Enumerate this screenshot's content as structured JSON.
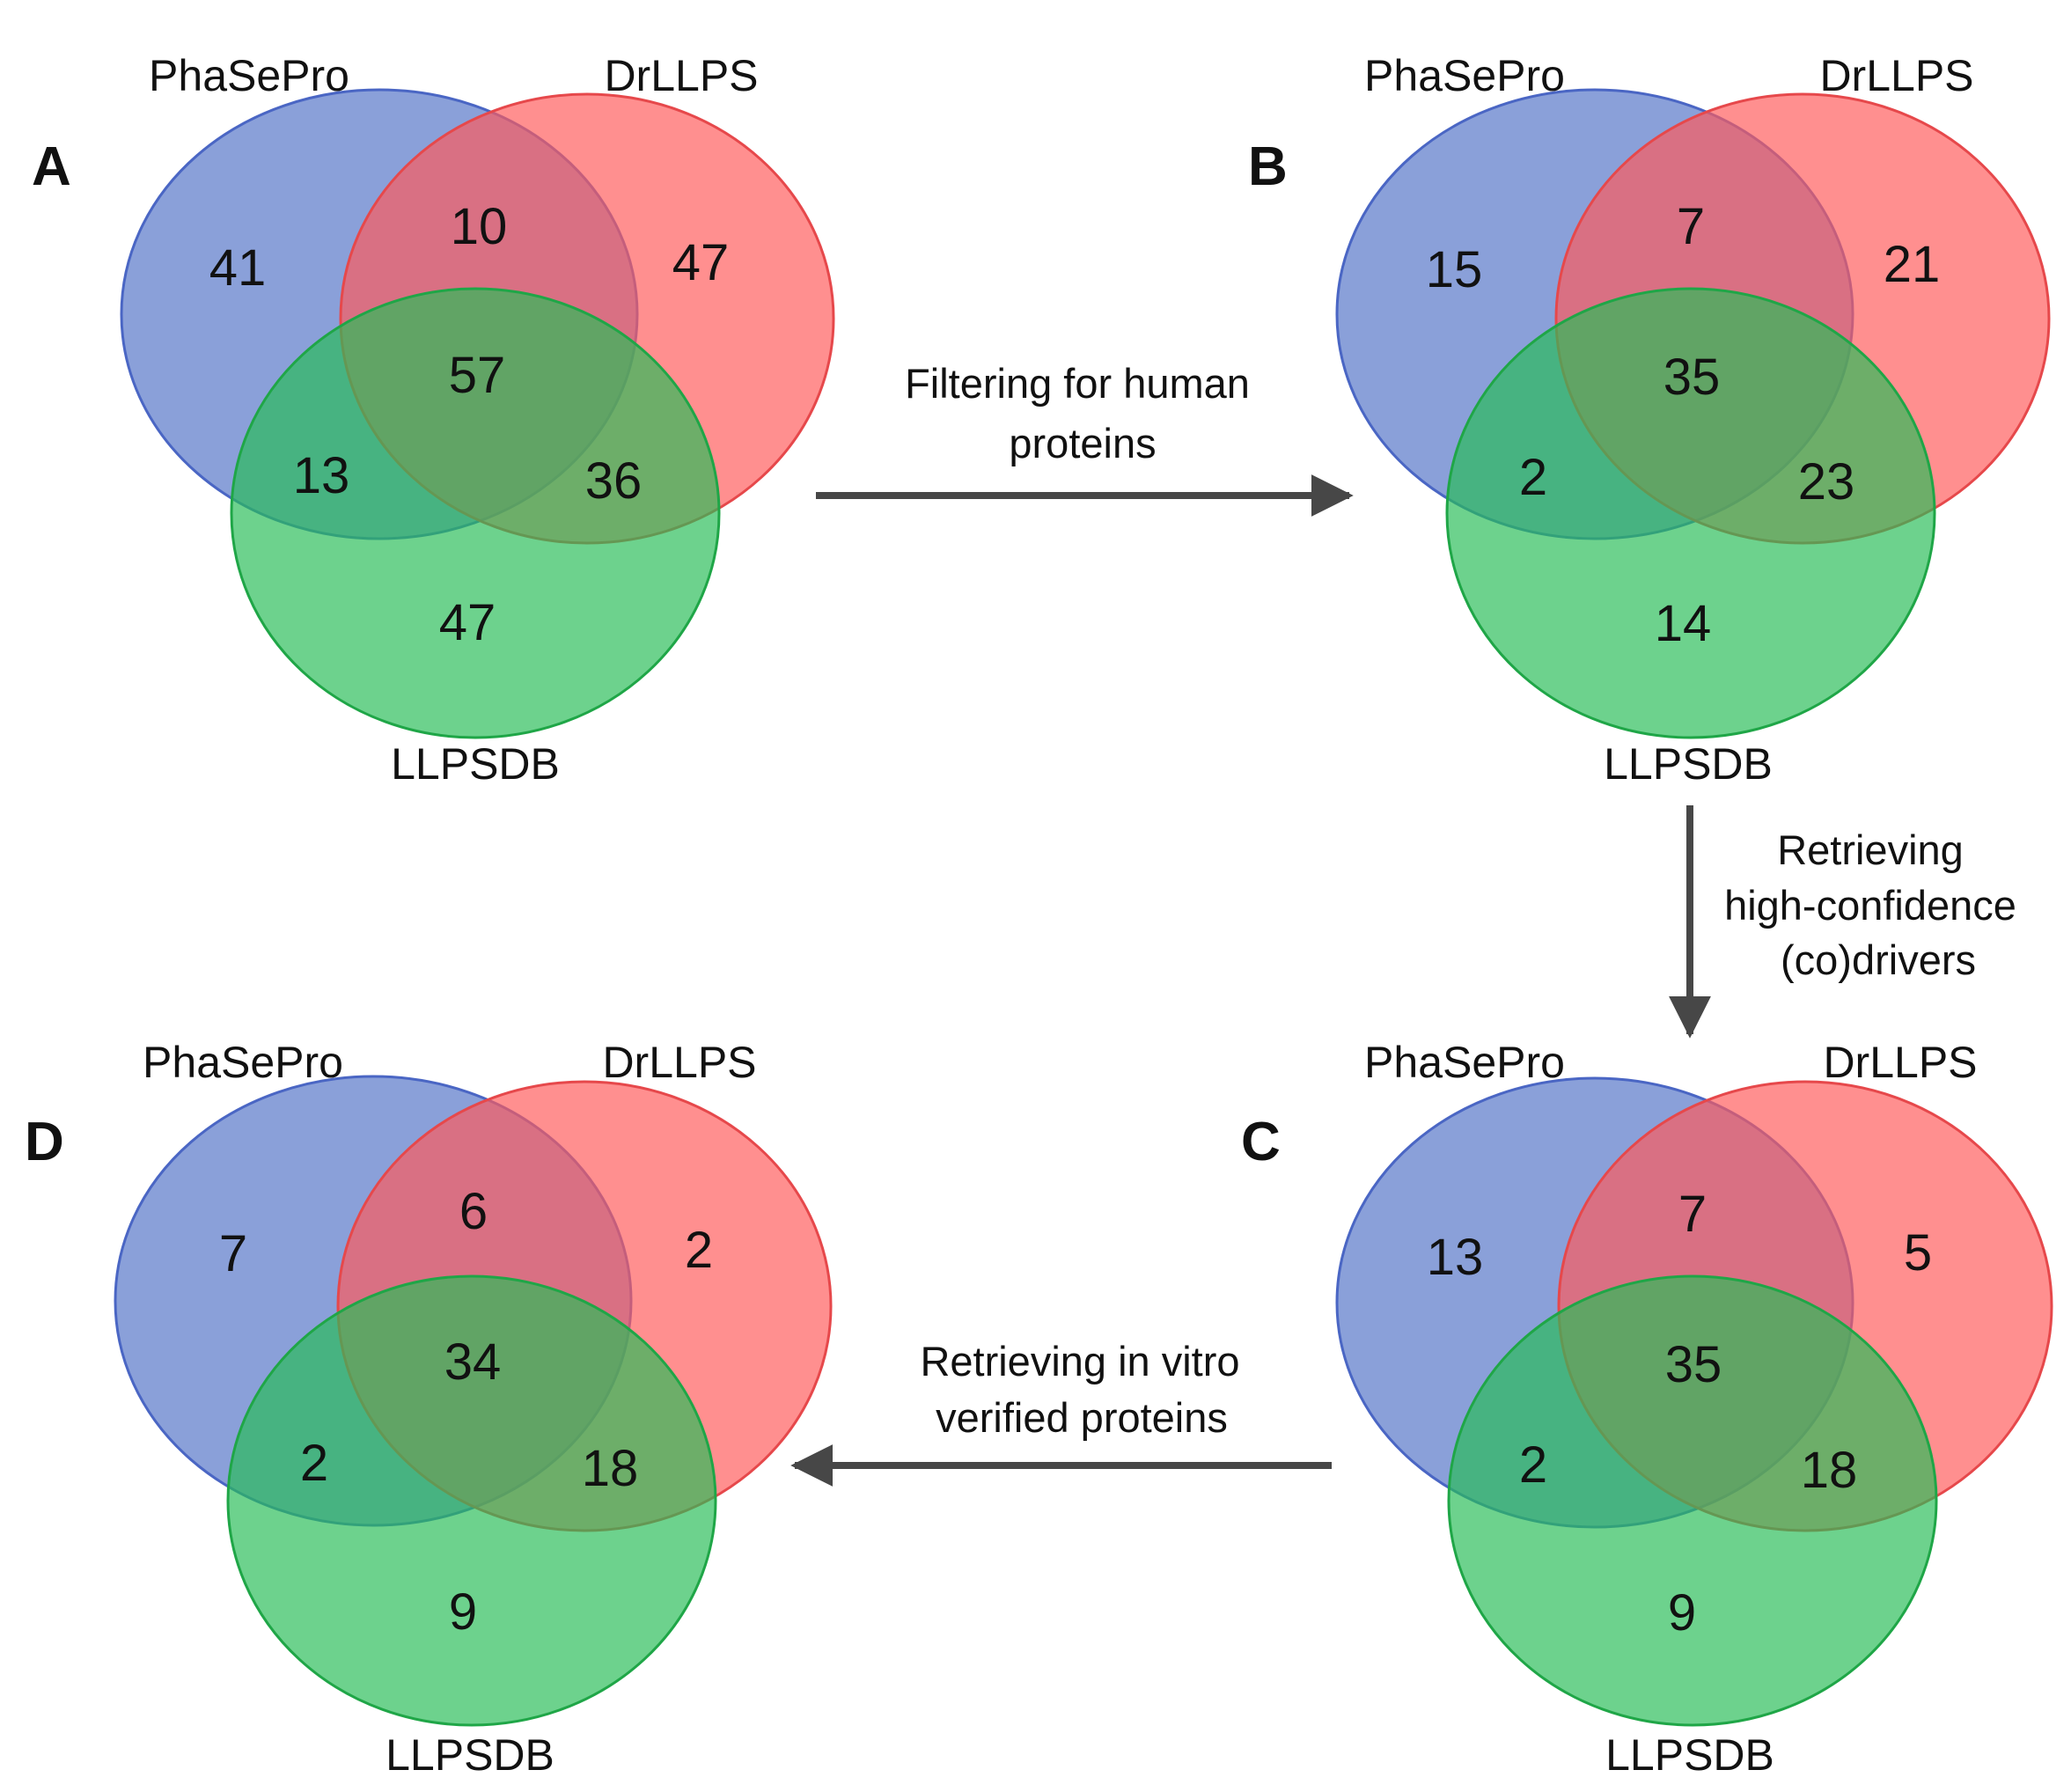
{
  "colors": {
    "phasepro_fill": "#5273C7",
    "phasepro_stroke": "#4A66C4",
    "drllps_fill": "#FF5A5A",
    "drllps_stroke": "#E6484B",
    "llpsdb_fill": "#28BC57",
    "llpsdb_stroke": "#1FA647",
    "arrow": "#474747"
  },
  "icons": {
    "flow_arrow": "arrow-icon"
  },
  "set_names": {
    "phasepro": "PhaSePro",
    "drllps": "DrLLPS",
    "llpsdb": "LLPSDB"
  },
  "panels": [
    {
      "letter": "A",
      "counts": {
        "phasepro_only": "41",
        "phasepro_drllps": "10",
        "drllps_only": "47",
        "all_three": "57",
        "phasepro_llpsdb": "13",
        "drllps_llpsdb": "36",
        "llpsdb_only": "47"
      }
    },
    {
      "letter": "B",
      "counts": {
        "phasepro_only": "15",
        "phasepro_drllps": "7",
        "drllps_only": "21",
        "all_three": "35",
        "phasepro_llpsdb": "2",
        "drllps_llpsdb": "23",
        "llpsdb_only": "14"
      }
    },
    {
      "letter": "C",
      "counts": {
        "phasepro_only": "13",
        "phasepro_drllps": "7",
        "drllps_only": "5",
        "all_three": "35",
        "phasepro_llpsdb": "2",
        "drllps_llpsdb": "18",
        "llpsdb_only": "9"
      }
    },
    {
      "letter": "D",
      "counts": {
        "phasepro_only": "7",
        "phasepro_drllps": "6",
        "drllps_only": "2",
        "all_three": "34",
        "phasepro_llpsdb": "2",
        "drllps_llpsdb": "18",
        "llpsdb_only": "9"
      }
    }
  ],
  "arrows": {
    "a_to_b": {
      "line1": "Filtering for human",
      "line2": "proteins"
    },
    "b_to_c": {
      "line1": "Retrieving",
      "line2": "high-confidence",
      "line3": "(co)drivers"
    },
    "c_to_d": {
      "line1": "Retrieving in vitro",
      "line2": "verified proteins"
    }
  }
}
